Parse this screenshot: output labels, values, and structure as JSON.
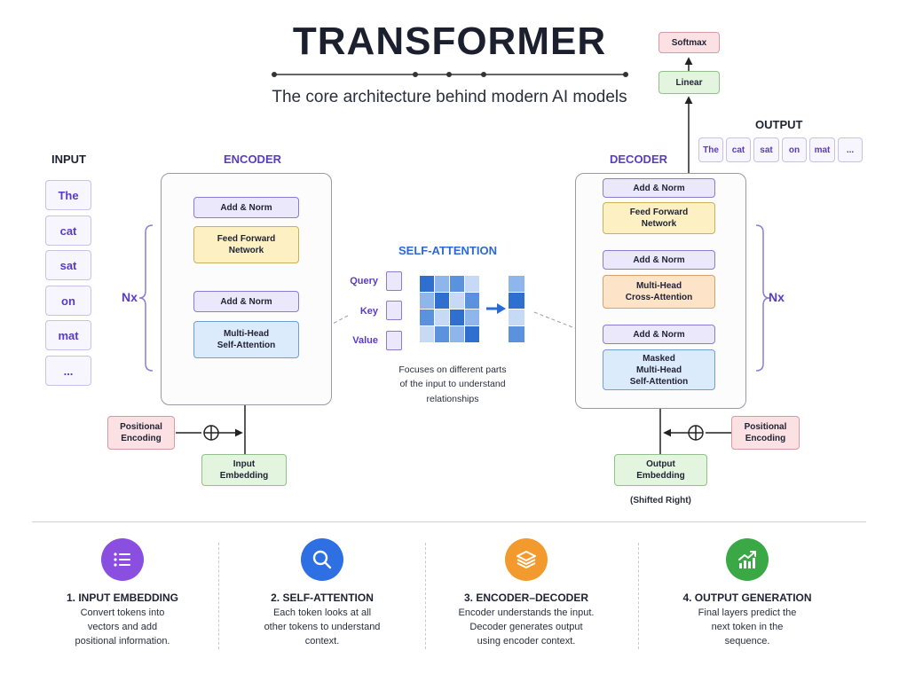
{
  "header": {
    "title": "TRANSFORMER",
    "subtitle": "The core architecture behind modern AI models"
  },
  "input": {
    "label": "INPUT",
    "tokens": [
      "The",
      "cat",
      "sat",
      "on",
      "mat",
      "..."
    ]
  },
  "encoder": {
    "label": "ENCODER",
    "add_norm_top": "Add & Norm",
    "feed_forward": "Feed Forward\nNetwork",
    "add_norm_bottom": "Add & Norm",
    "self_attention": "Multi-Head\nSelf-Attention",
    "repeat": "Nx",
    "positional_encoding": "Positional\nEncoding",
    "input_embedding": "Input\nEmbedding"
  },
  "self_attention": {
    "title": "SELF-ATTENTION",
    "query": "Query",
    "key": "Key",
    "value": "Value",
    "description": "Focuses on different parts\nof the input to understand\nrelationships"
  },
  "decoder": {
    "label": "DECODER",
    "add_norm_top": "Add & Norm",
    "feed_forward": "Feed Forward\nNetwork",
    "add_norm_mid": "Add & Norm",
    "cross_attention": "Multi-Head\nCross-Attention",
    "add_norm_bottom": "Add & Norm",
    "masked_attention": "Masked\nMulti-Head\nSelf-Attention",
    "repeat": "Nx",
    "positional_encoding": "Positional\nEncoding",
    "output_embedding": "Output\nEmbedding",
    "shifted": "(Shifted Right)"
  },
  "output": {
    "label": "OUTPUT",
    "softmax": "Softmax",
    "linear": "Linear",
    "tokens": [
      "The",
      "cat",
      "sat",
      "on",
      "mat",
      "..."
    ]
  },
  "steps": [
    {
      "title": "1. INPUT EMBEDDING",
      "description": "Convert tokens into\nvectors and add\npositional information.",
      "icon": "list-icon",
      "color": "#8a4fe0"
    },
    {
      "title": "2. SELF-ATTENTION",
      "description": "Each token looks at all\nother tokens to understand\ncontext.",
      "icon": "search-icon",
      "color": "#2f6fe4"
    },
    {
      "title": "3. ENCODER–DECODER",
      "description": "Encoder understands the input.\nDecoder generates output\nusing encoder context.",
      "icon": "layers-icon",
      "color": "#f39a2e"
    },
    {
      "title": "4. OUTPUT GENERATION",
      "description": "Final layers predict the\nnext token in the\nsequence.",
      "icon": "growth-chart-icon",
      "color": "#3aa845"
    }
  ],
  "colors": {
    "accent_purple": "#5a3bc4",
    "accent_blue": "#2a6bd3"
  }
}
